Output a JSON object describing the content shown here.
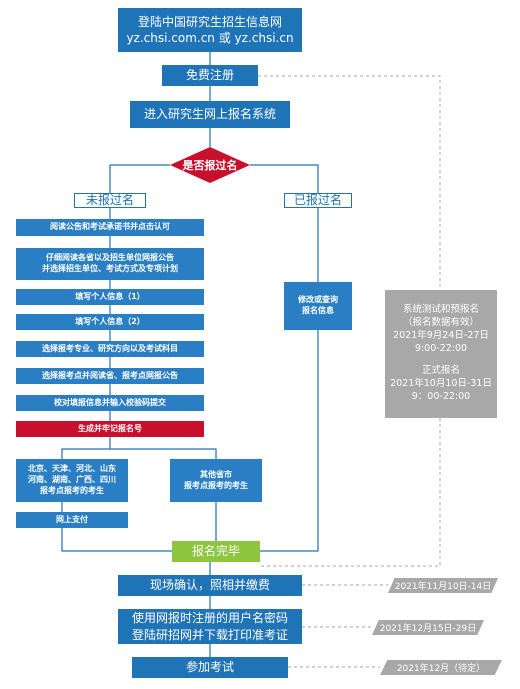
{
  "header": {
    "line1": "登陆中国研究生招生信息网",
    "line2": "yz.chsi.com.cn 或 yz.chsi.cn"
  },
  "register": "免费注册",
  "enter_system": "进入研究生网上报名系统",
  "decision": "是否报过名",
  "branch_no": "未报过名",
  "branch_yes": "已报过名",
  "steps": [
    "阅读公告和考试承诺书并点击认可",
    "仔细阅读各省以及招生单位网报公告",
    "并选择招生单位、考试方式及专项计划",
    "填写个人信息（1）",
    "填写个人信息（2）",
    "选择报考专业、研究方向以及考试科目",
    "选择报考点并阅读省、报考点网报公告",
    "校对填报信息并输入校验码提交"
  ],
  "generate_number": "生成并牢记报名号",
  "region_a": {
    "line1": "北京、天津、河北、山东",
    "line2": "河南、湖南、广西、四川",
    "line3": "报考点报考的考生"
  },
  "region_b": {
    "line1": "其他省市",
    "line2": "报考点报考的考生"
  },
  "online_payment": "网上支付",
  "modify_query": {
    "line1": "修改或查询",
    "line2": "报名信息"
  },
  "schedule": {
    "test_title": "系统测试和预报名",
    "test_note": "（报名数据有效）",
    "test_date": "2021年9月24日-27日",
    "test_time": "9:00-22:00",
    "formal_title": "正式报名",
    "formal_date": "2021年10月10日-31日",
    "formal_time": "9：00-22:00"
  },
  "complete": "报名完毕",
  "onsite": "现场确认，照相并缴费",
  "onsite_date": "2021年11月10日-14日",
  "print": {
    "line1": "使用网报时注册的用户名密码",
    "line2": "登陆研招网并下载打印准考证"
  },
  "print_date": "2021年12月15日-29日",
  "exam": "参加考试",
  "exam_date": "2021年12月（待定）",
  "colors": {
    "primary_blue": "#1f73b7",
    "alert_red": "#c8102e",
    "complete_green": "#8dc63f",
    "date_gray": "#a8a8a8"
  }
}
